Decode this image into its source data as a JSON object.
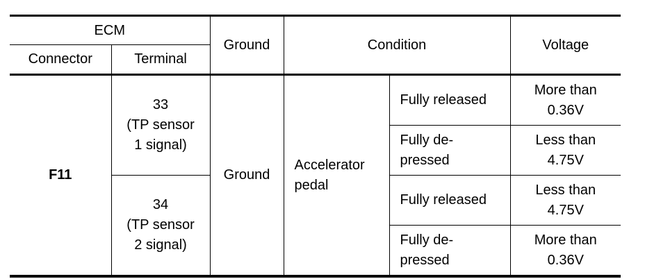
{
  "table": {
    "headers": {
      "ecm": "ECM",
      "connector": "Connector",
      "terminal": "Terminal",
      "ground": "Ground",
      "condition": "Condition",
      "voltage": "Voltage"
    },
    "connector_value": "F11",
    "ground_value": "Ground",
    "component": [
      "Accelerator",
      "pedal"
    ],
    "terminals": [
      {
        "number": "33",
        "lines": [
          "(TP sensor",
          "1 signal)"
        ],
        "rows": [
          {
            "condition": [
              "Fully released"
            ],
            "voltage": [
              "More than",
              "0.36V"
            ]
          },
          {
            "condition": [
              "Fully de-",
              "pressed"
            ],
            "voltage": [
              "Less than",
              "4.75V"
            ]
          }
        ]
      },
      {
        "number": "34",
        "lines": [
          "(TP sensor",
          "2 signal)"
        ],
        "rows": [
          {
            "condition": [
              "Fully released"
            ],
            "voltage": [
              "Less than",
              "4.75V"
            ]
          },
          {
            "condition": [
              "Fully de-",
              "pressed"
            ],
            "voltage": [
              "More than",
              "0.36V"
            ]
          }
        ]
      }
    ]
  }
}
